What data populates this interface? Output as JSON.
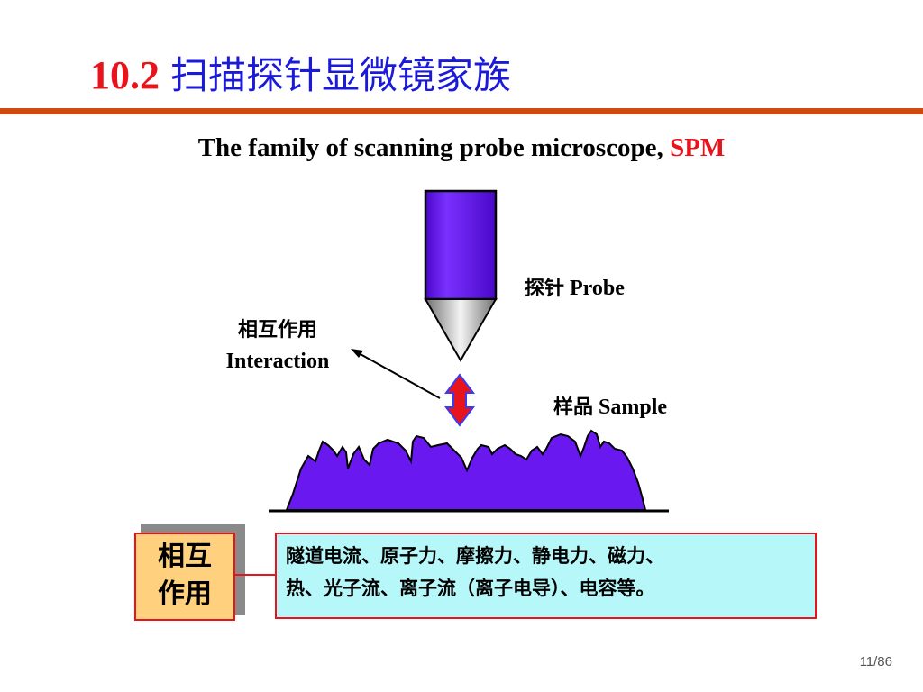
{
  "title": {
    "number": "10.2",
    "text": "扫描探针显微镜家族"
  },
  "subtitle": {
    "text": "The family of scanning probe microscope, ",
    "highlight": "SPM"
  },
  "diagram": {
    "probe_label_cn": "探针",
    "probe_label_en": "Probe",
    "sample_label_cn": "样品",
    "sample_label_en": "Sample",
    "interaction_label_cn": "相互作用",
    "interaction_label_en": "Interaction"
  },
  "interaction_box": {
    "line1": "相互",
    "line2": "作用"
  },
  "interaction_types": {
    "line1": "隧道电流、原子力、摩擦力、静电力、磁力、",
    "line2": "热、光子流、离子流（离子电导）、电容等。"
  },
  "page": {
    "number": "11/86"
  },
  "colors": {
    "title_number": "#e8141c",
    "title_text": "#1a1ad8",
    "rule": "#d04a10",
    "probe_fill": "#6a18f0",
    "sample_fill": "#6a18f0",
    "arrow_fill": "#e8141c",
    "arrow_stroke": "#3a3af0",
    "box_left_fill": "#ffd07e",
    "box_right_fill": "#b6f8fa"
  }
}
